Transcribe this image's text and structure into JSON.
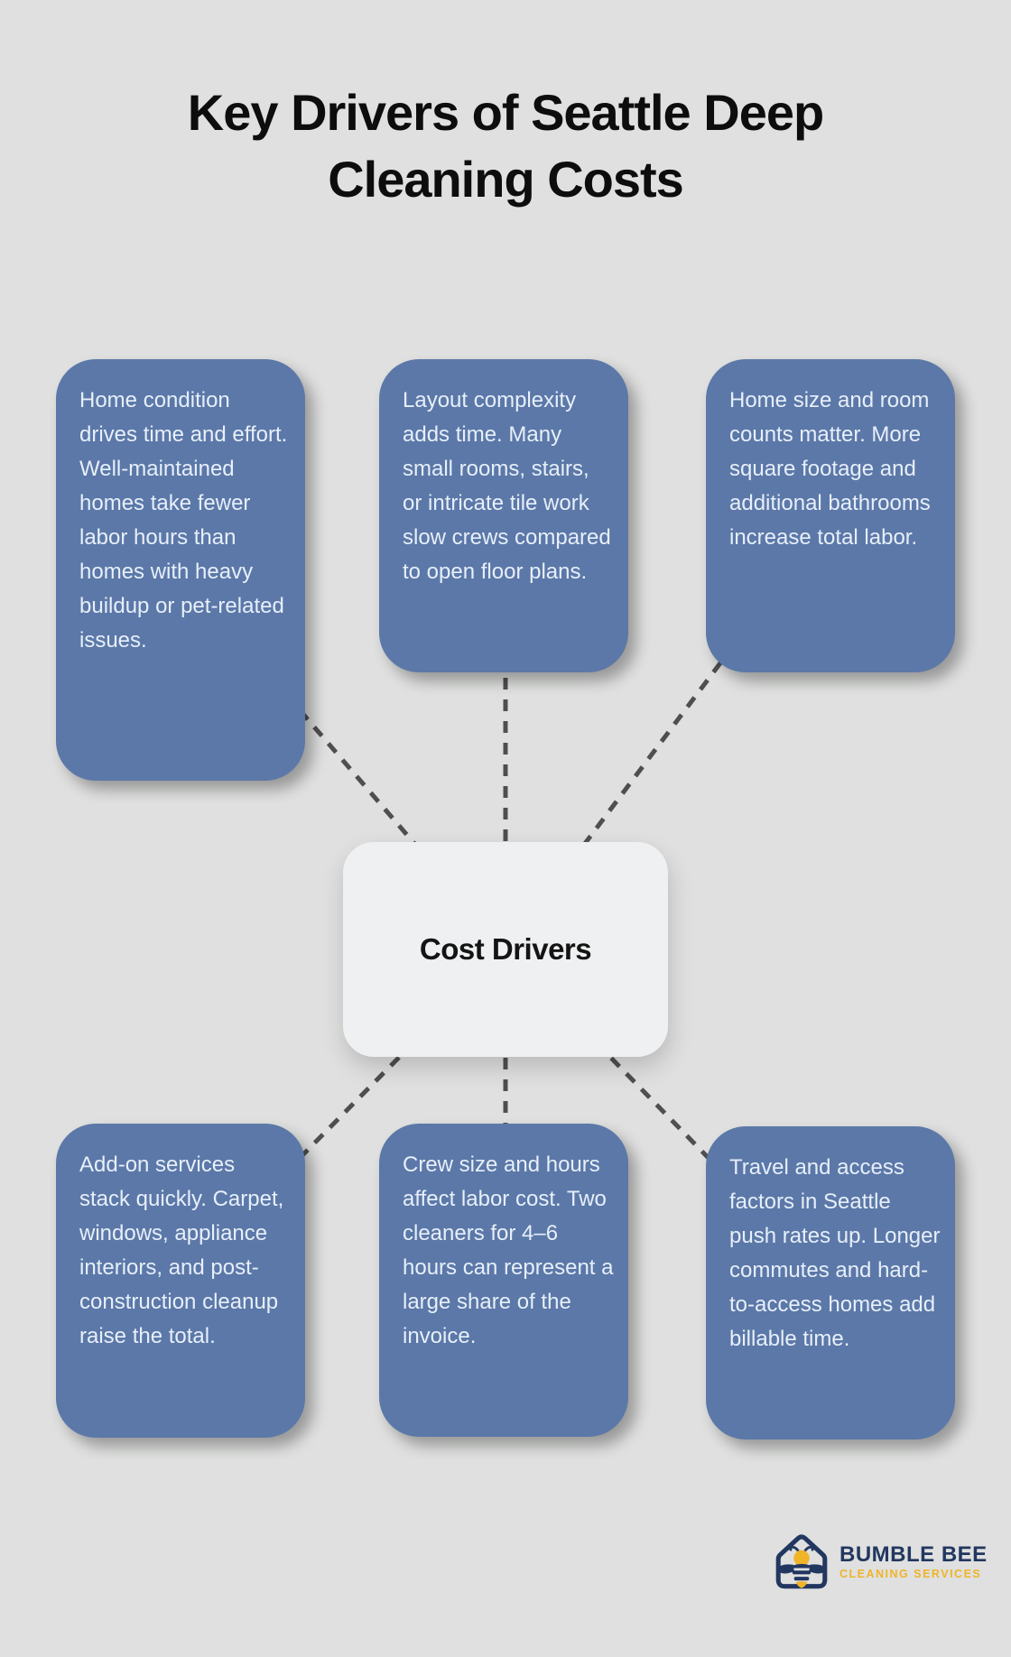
{
  "title": {
    "line1": "Key Drivers of Seattle Deep",
    "line2": "Cleaning Costs"
  },
  "center": {
    "label": "Cost Drivers"
  },
  "nodes": [
    {
      "id": "home-condition",
      "text": "Home condition drives time and effort. Well-maintained homes take fewer labor hours than homes with heavy buildup or pet-related issues."
    },
    {
      "id": "layout-complexity",
      "text": "Layout complexity adds time. Many small rooms, stairs, or intricate tile work slow crews compared to open floor plans."
    },
    {
      "id": "home-size",
      "text": "Home size and room counts matter. More square footage and additional bathrooms increase total labor."
    },
    {
      "id": "add-on-services",
      "text": "Add-on services stack quickly. Carpet, windows, appliance interiors, and post-construction cleanup raise the total."
    },
    {
      "id": "crew-size",
      "text": "Crew size and hours affect labor cost. Two cleaners for 4–6 hours can represent a large share of the invoice."
    },
    {
      "id": "travel-access",
      "text": "Travel and access factors in Seattle push rates up. Longer commutes and hard-to-access homes add billable time."
    }
  ],
  "logo": {
    "name": "BUMBLE BEE",
    "tagline": "CLEANING SERVICES"
  },
  "colors": {
    "background": "#dfe0df",
    "node_fill": "#5b78a8",
    "node_text": "#e7eff9",
    "connector": "#4f4f4f",
    "center_fill": "#eff0f2",
    "logo_navy": "#223760",
    "logo_yellow": "#f0b429"
  }
}
